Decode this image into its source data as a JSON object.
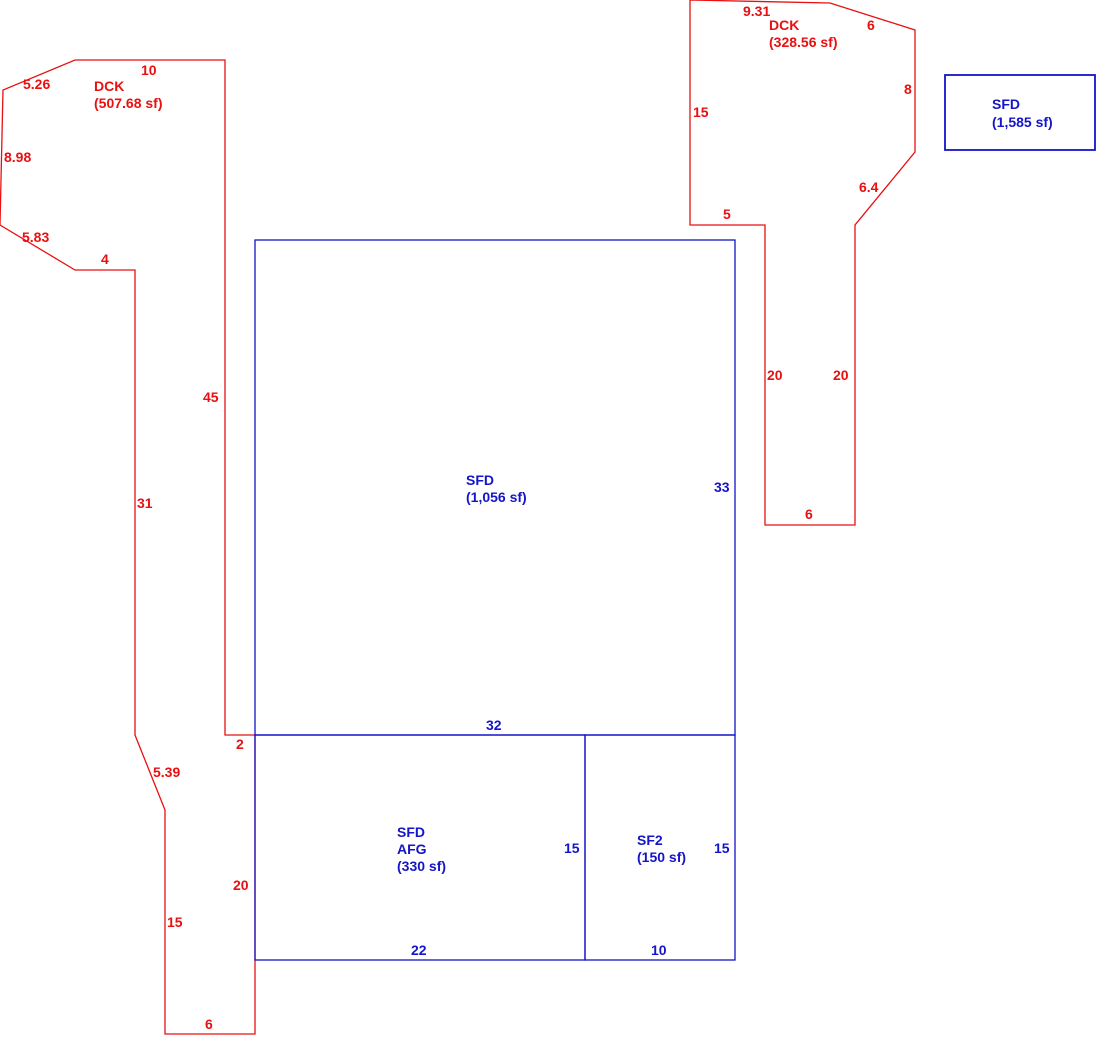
{
  "colors": {
    "deck": "#e81010",
    "dwelling": "#1414c8"
  },
  "deck_left": {
    "code": "DCK",
    "area": "(507.68 sf)",
    "dims": {
      "top": "10",
      "upper_left_diag": "5.26",
      "left": "8.98",
      "lower_left_diag": "5.83",
      "step": "4",
      "inner_long": "31",
      "outer_long": "45",
      "mid_diag": "5.39",
      "connector": "2",
      "house_side": "20",
      "lower_left": "15",
      "bottom": "6"
    }
  },
  "deck_right": {
    "code": "DCK",
    "area": "(328.56 sf)",
    "dims": {
      "top": "9.31",
      "top_right_diag": "6",
      "right": "8",
      "right_diag": "6.4",
      "left": "15",
      "step": "5",
      "inner_left": "20",
      "inner_right": "20",
      "bottom": "6"
    }
  },
  "sfd_main": {
    "code": "SFD",
    "area": "(1,056 sf)",
    "dims": {
      "right": "33",
      "bottom": "32"
    }
  },
  "sfd_afg": {
    "code": "SFD",
    "sub": "AFG",
    "area": "(330 sf)",
    "dims": {
      "right": "15",
      "bottom": "22"
    }
  },
  "sf2": {
    "code": "SF2",
    "area": "(150 sf)",
    "dims": {
      "right": "15",
      "bottom": "10"
    }
  },
  "legend_box": {
    "code": "SFD",
    "area": "(1,585 sf)"
  }
}
